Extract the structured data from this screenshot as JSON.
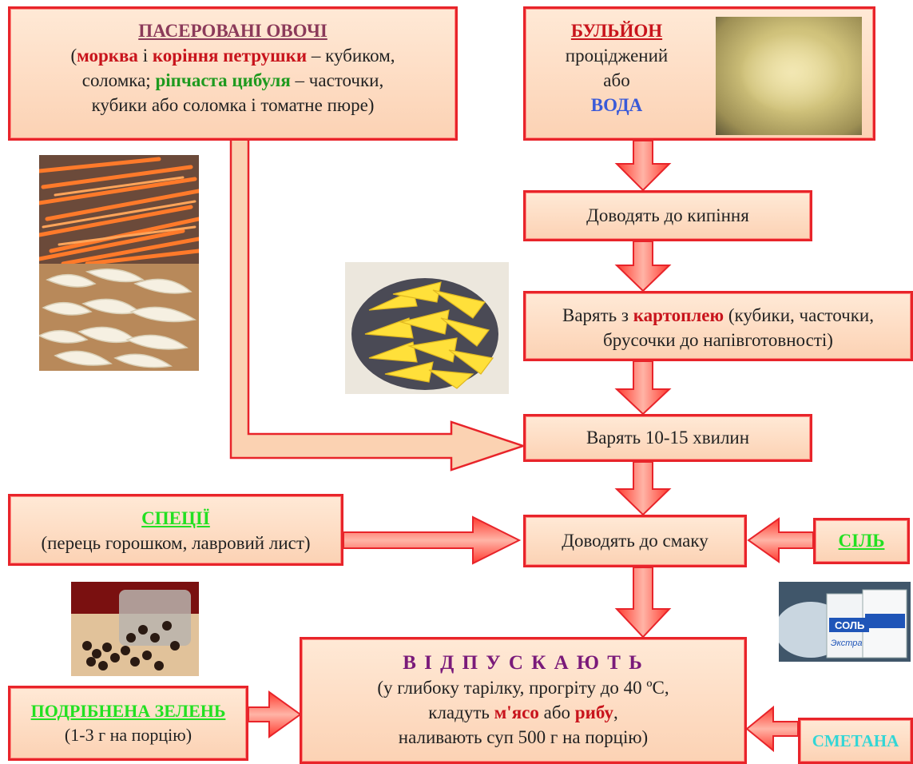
{
  "veg_box": {
    "title": "ПАСЕРОВАНІ ОВОЧІ",
    "p_open": "(",
    "carrot": "морква",
    "and1": " і ",
    "parsley": "коріння петрушки",
    "cut1": " – кубиком,",
    "line2a": "соломка; ",
    "onion": "ріпчаста цибуля",
    "line2b": " – часточки,",
    "line3": "кубики або соломка і томатне пюре)"
  },
  "broth_box": {
    "title": "БУЛЬЙОН",
    "line1": "проціджений",
    "line2": "або",
    "water": "ВОДА"
  },
  "steps": {
    "boil": "Доводять до кипіння",
    "potato_a": "Варять з ",
    "potato_word": "картоплею",
    "potato_b": " (кубики, часточки,",
    "potato_c": "брусочки до напівготовності)",
    "cook": "Варять 10-15 хвилин",
    "taste": "Доводять до смаку"
  },
  "spices_box": {
    "title": "СПЕЦІЇ",
    "line1": "(перець горошком, лавровий лист)"
  },
  "salt_box": {
    "title": "СІЛЬ"
  },
  "greens_box": {
    "title": "ПОДРІБНЕНА ЗЕЛЕНЬ",
    "line1": "(1-3 г на порцію)"
  },
  "serve_box": {
    "title": "В І Д П У С К А Ю Т Ь",
    "line1": "(у глибоку тарілку, прогріту до 40 ºС,",
    "line2a": "кладуть ",
    "meat": "м'ясо",
    "line2b": " або ",
    "fish": "рибу",
    "line2c": ",",
    "line3": "наливають суп 500 г на порцію)"
  },
  "sour_cream_box": {
    "title": "СМЕТАНА"
  },
  "salt_pack": {
    "brand": "СОЛЬ",
    "grade": "Экстра"
  },
  "colors": {
    "border": "#e8242a",
    "fill_top": "#ffe9d6",
    "fill_bottom": "#fcd2b4"
  }
}
